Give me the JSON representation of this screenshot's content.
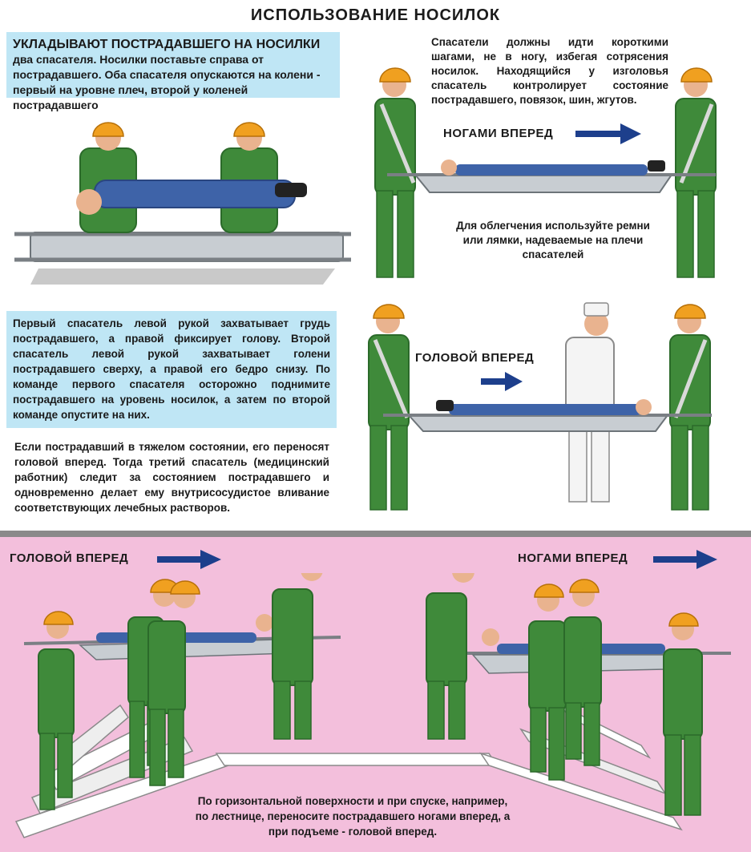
{
  "title": "ИСПОЛЬЗОВАНИЕ НОСИЛОК",
  "panel1": {
    "lead": "УКЛАДЫВАЮТ ПОСТРАДАВШЕГО НА НОСИЛКИ",
    "rest": " два спасателя. Носилки поставьте справа от пострадавшего. Оба спасателя опускаются на колени - первый на уровне плеч, второй у коленей пострадавшего"
  },
  "panel2": {
    "text": "Спасатели должны идти короткими шагами, не в ногу, избегая сотрясения носилок. Находящийся у изголовья спасатель контролирует состояние пострадавшего, повязок, шин, жгутов.",
    "arrow_label": "НОГАМИ ВПЕРЕД",
    "note": "Для облегчения используйте ремни или лямки, надеваемые на плечи спасателей"
  },
  "panel3": {
    "box_text": "Первый спасатель левой рукой захватывает грудь пострадавшего, а правой фиксирует голову. Второй спасатель левой рукой захватывает голени пострадавшего сверху, а правой его бедро снизу. По команде первого спасателя осторожно поднимите пострадавшего на уровень носилок, а затем по второй команде опустите на них.",
    "text": "Если пострадавший в тяжелом состоянии, его переносят головой вперед. Тогда третий спасатель (медицинский работник) следит за состоянием пострадавшего и одновременно делает ему внутрисосудистое вливание соответствующих лечебных растворов."
  },
  "panel4": {
    "arrow_label": "ГОЛОВОЙ ВПЕРЕД"
  },
  "bottom": {
    "left_label": "ГОЛОВОЙ ВПЕРЕД",
    "right_label": "НОГАМИ ВПЕРЕД",
    "caption": "По горизонтальной поверхности и при спуске, например, по лестнице, переносите пострадавшего ногами вперед, а при подъеме - головой вперед."
  },
  "colors": {
    "uniform": "#3f8a3a",
    "uniform_dark": "#2b6a2a",
    "helmet": "#f0a020",
    "arrow": "#1d3f8c",
    "info_box": "#bfe6f5",
    "pink_bg": "#f3bfdc",
    "patient": "#3e63a8"
  }
}
